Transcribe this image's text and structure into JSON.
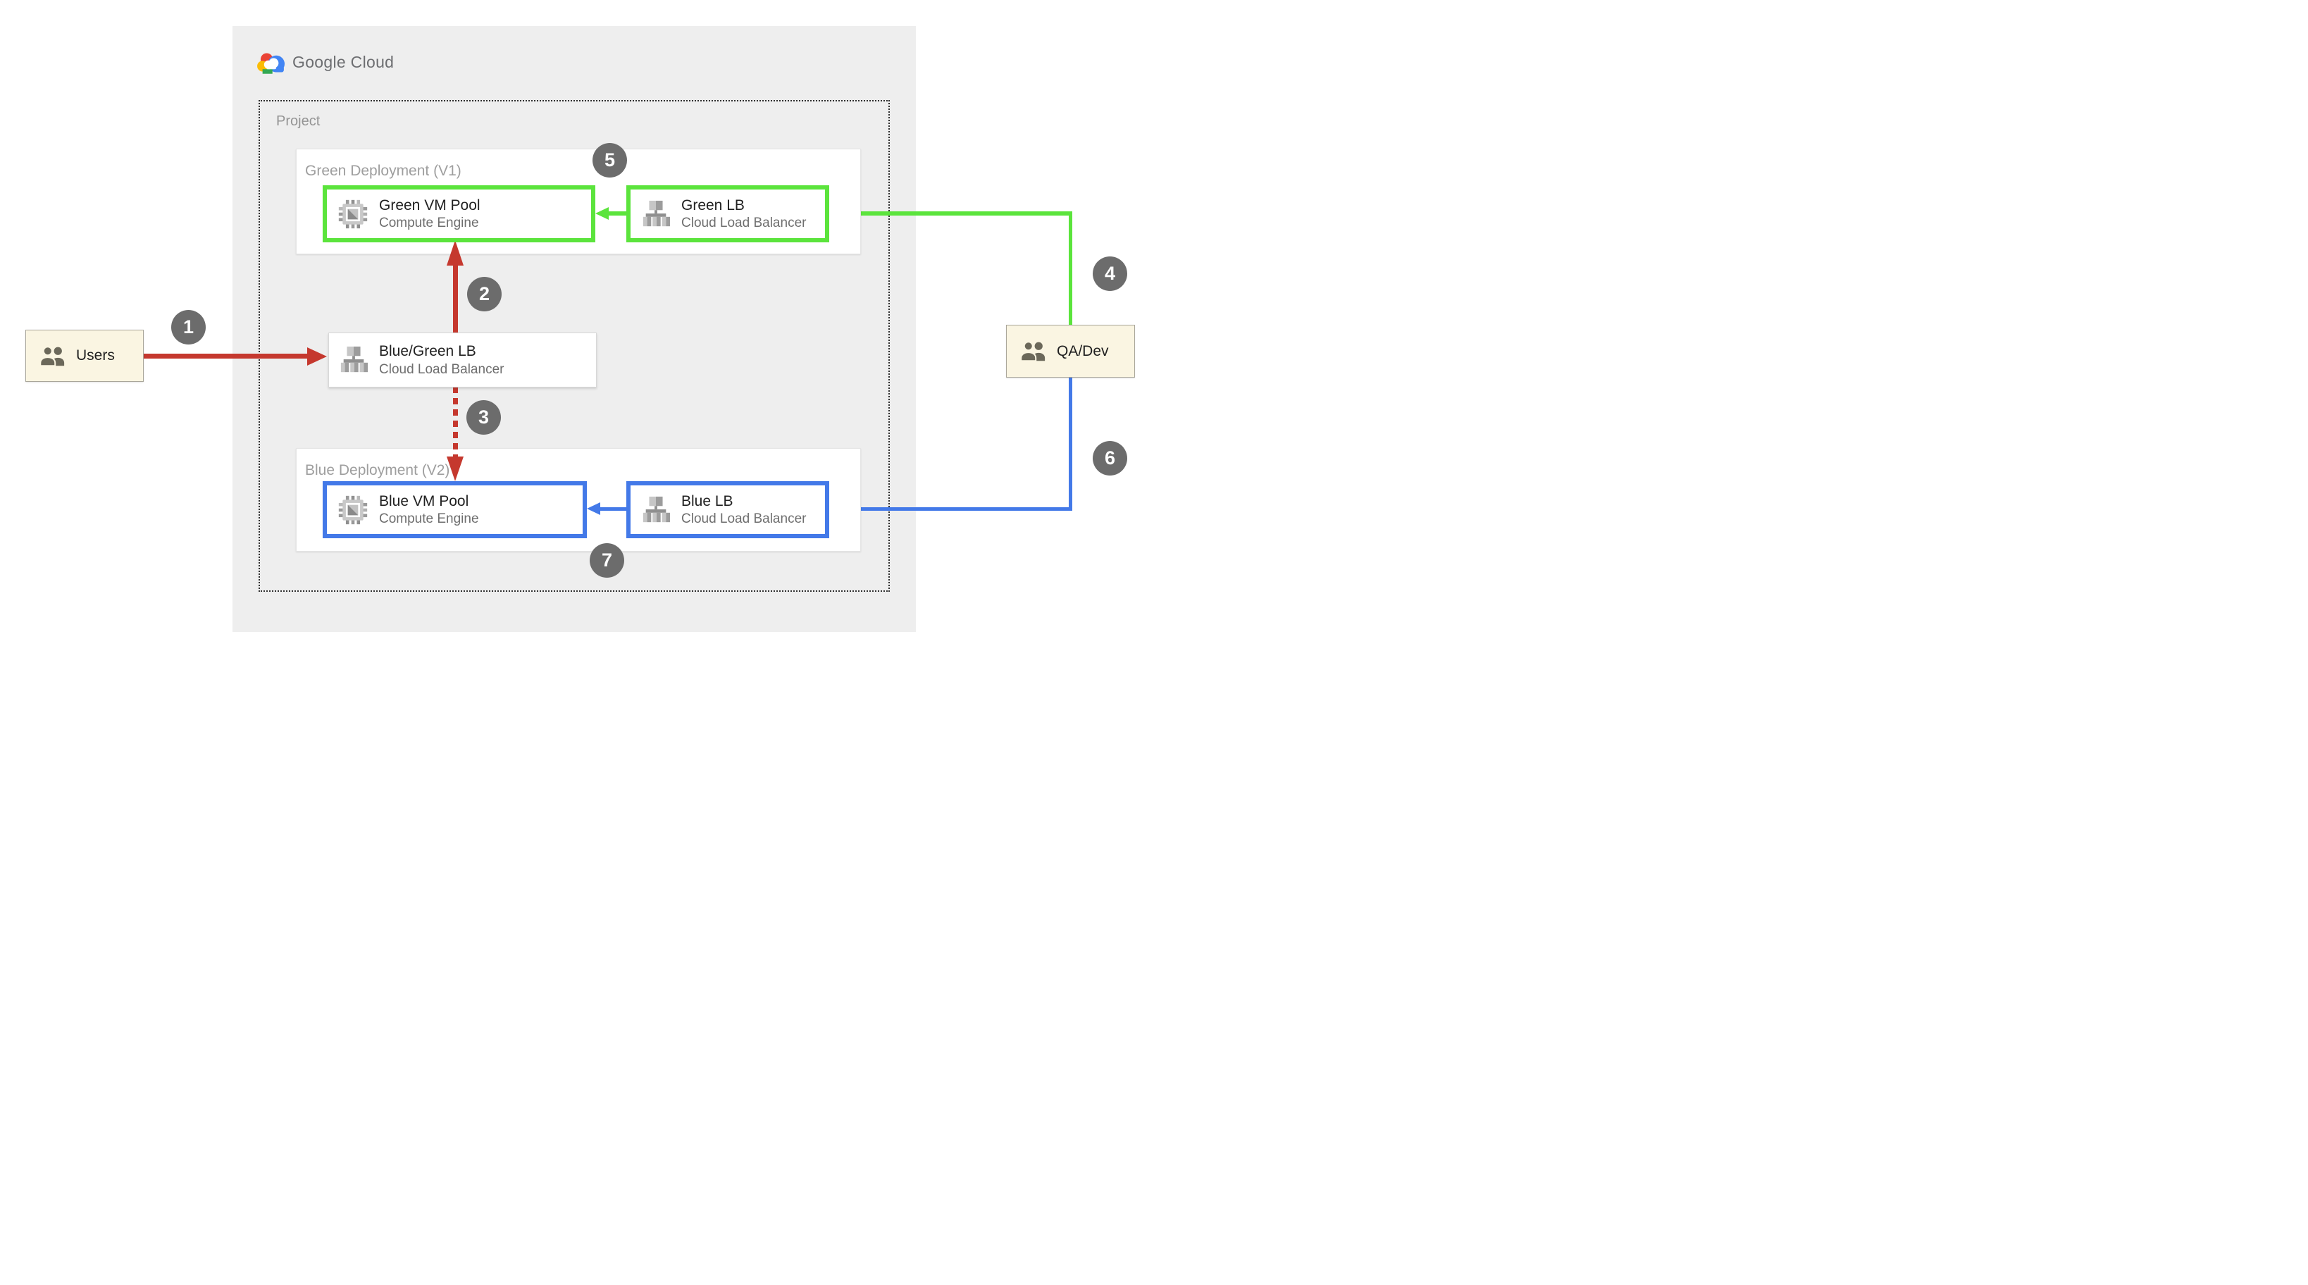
{
  "header": {
    "logo_text": "Google Cloud"
  },
  "project": {
    "label": "Project"
  },
  "groups": {
    "green": {
      "label": "Green Deployment (V1)"
    },
    "blue": {
      "label": "Blue Deployment (V2)"
    }
  },
  "nodes": {
    "green_vm": {
      "title": "Green VM Pool",
      "subtitle": "Compute Engine"
    },
    "green_lb": {
      "title": "Green LB",
      "subtitle": "Cloud Load Balancer"
    },
    "bluegreen_lb": {
      "title": "Blue/Green LB",
      "subtitle": "Cloud Load Balancer"
    },
    "blue_vm": {
      "title": "Blue VM Pool",
      "subtitle": "Compute Engine"
    },
    "blue_lb": {
      "title": "Blue LB",
      "subtitle": "Cloud Load Balancer"
    }
  },
  "actors": {
    "users": {
      "label": "Users"
    },
    "qa_dev": {
      "label": "QA/Dev"
    }
  },
  "steps": {
    "s1": "1",
    "s2": "2",
    "s3": "3",
    "s4": "4",
    "s5": "5",
    "s6": "6",
    "s7": "7"
  },
  "colors": {
    "red": "#C5382E",
    "green": "#5BE43C",
    "blue": "#4379E8",
    "step_circle": "#6C6C6C",
    "actor_bg": "#FAF5E2",
    "boundary_bg": "#EEEEEE"
  }
}
